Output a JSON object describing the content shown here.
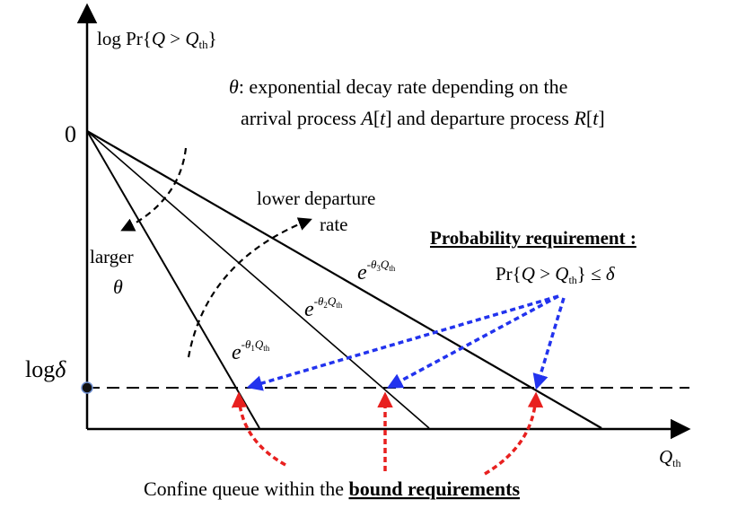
{
  "y_axis_label": {
    "pre": "log Pr{",
    "q": "Q",
    "gt": " > ",
    "qth": "Q",
    "th": "th",
    "post": "}"
  },
  "zero_label": "0",
  "log_delta_label": {
    "log": "log",
    "delta": "δ"
  },
  "x_axis_label": {
    "q": "Q",
    "th": "th"
  },
  "theta_note": {
    "symbol": "θ",
    "line1_rest": ": exponential decay rate depending on the",
    "line2_a": "arrival process ",
    "line2_A": "A",
    "line2_b": "[",
    "line2_t1": "t",
    "line2_c": "] and departure process ",
    "line2_R": "R",
    "line2_d": "[",
    "line2_t2": "t",
    "line2_e": "]"
  },
  "lower_departure": {
    "line1": "lower  departure",
    "line2": "rate"
  },
  "larger_theta": {
    "line1": "larger",
    "line2": "θ"
  },
  "prob_requirement": {
    "title": "Probability requirement :",
    "pre": "Pr{",
    "q": "Q",
    "gt": " > ",
    "qth": "Q",
    "th": "th",
    "post": "} ≤ ",
    "delta": "δ"
  },
  "curves": [
    {
      "name": "e-theta1",
      "e": "e",
      "minus": "-",
      "theta": "θ",
      "sub": "1",
      "q": "Q",
      "th": "th"
    },
    {
      "name": "e-theta2",
      "e": "e",
      "minus": "-",
      "theta": "θ",
      "sub": "2",
      "q": "Q",
      "th": "th"
    },
    {
      "name": "e-theta3",
      "e": "e",
      "minus": "-",
      "theta": "θ",
      "sub": "3",
      "q": "Q",
      "th": "th"
    }
  ],
  "bottom_caption": {
    "pre": "Confine queue within the ",
    "bold": "bound requirements"
  },
  "colors": {
    "axis": "#000000",
    "red_arrow": "#e8201f",
    "blue_arrow": "#2233ee",
    "blue_point": "#2c5fb8"
  }
}
